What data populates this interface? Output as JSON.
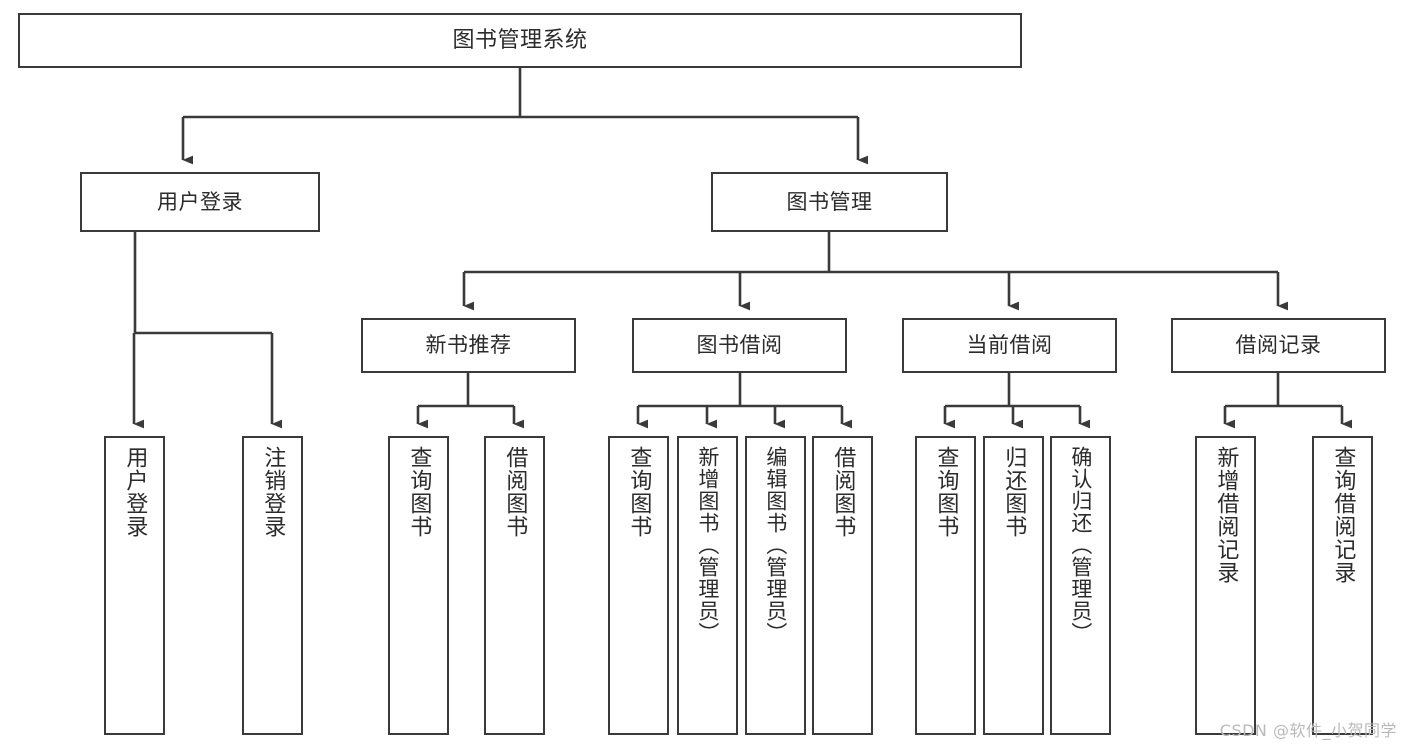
{
  "diagram": {
    "title": "图书管理系统",
    "type": "tree-hierarchy-chart",
    "root": {
      "id": "root",
      "label": "图书管理系统"
    },
    "level2": [
      {
        "id": "user-login",
        "label": "用户登录"
      },
      {
        "id": "book-manage",
        "label": "图书管理"
      }
    ],
    "level3": [
      {
        "id": "new-book-recommend",
        "label": "新书推荐"
      },
      {
        "id": "book-borrow",
        "label": "图书借阅"
      },
      {
        "id": "current-borrow",
        "label": "当前借阅"
      },
      {
        "id": "borrow-record",
        "label": "借阅记录"
      }
    ],
    "leaves": {
      "user_login": [
        {
          "id": "leaf-user-login",
          "label": "用户登录"
        },
        {
          "id": "leaf-logout-login",
          "label": "注销登录"
        }
      ],
      "new_book_recommend": [
        {
          "id": "leaf-query-book-1",
          "label": "查询图书"
        },
        {
          "id": "leaf-borrow-book-1",
          "label": "借阅图书"
        }
      ],
      "book_borrow": [
        {
          "id": "leaf-query-book-2",
          "label": "查询图书"
        },
        {
          "id": "leaf-add-book",
          "label": "新增图书（管理员）"
        },
        {
          "id": "leaf-edit-book",
          "label": "编辑图书（管理员）"
        },
        {
          "id": "leaf-borrow-book-2",
          "label": "借阅图书"
        }
      ],
      "current_borrow": [
        {
          "id": "leaf-query-book-3",
          "label": "查询图书"
        },
        {
          "id": "leaf-return-book",
          "label": "归还图书"
        },
        {
          "id": "leaf-confirm-return",
          "label": "确认归还（管理员）"
        }
      ],
      "borrow_record": [
        {
          "id": "leaf-add-record",
          "label": "新增借阅记录"
        },
        {
          "id": "leaf-query-record",
          "label": "查询借阅记录"
        }
      ]
    }
  },
  "watermark": {
    "text": "CSDN @软件_小贺同学"
  },
  "colors": {
    "stroke": "#3a3a3a",
    "text": "#2b2b2b",
    "background": "#ffffff",
    "watermark": "#b9b9b9"
  }
}
